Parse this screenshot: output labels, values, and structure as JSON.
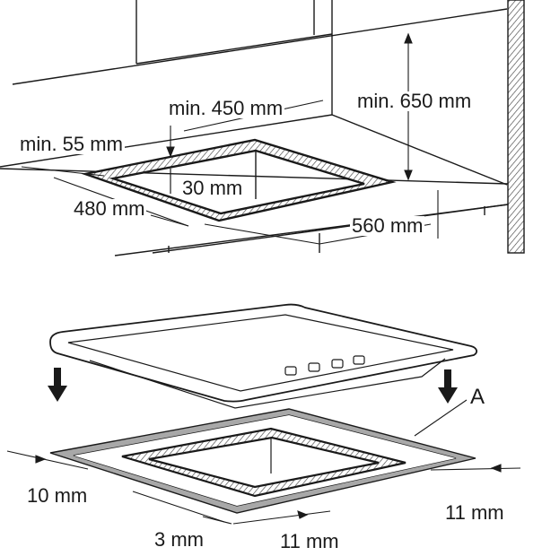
{
  "top_figure": {
    "labels": {
      "min_depth_rear": "min. 450 mm",
      "min_height_above": "min. 650 mm",
      "min_side": "min. 55 mm",
      "edge_offset": "30 mm",
      "cutout_depth": "480 mm",
      "cutout_width": "560 mm"
    }
  },
  "bottom_figure": {
    "labels": {
      "callout": "A",
      "gap_left": "10 mm",
      "gap_right": "11 mm",
      "gap_front": "3 mm",
      "gap_front_side": "11 mm"
    }
  },
  "colors": {
    "line": "#1a1a1a",
    "seal": "#a8a8a8",
    "hatch": "#555555",
    "background": "#ffffff"
  }
}
